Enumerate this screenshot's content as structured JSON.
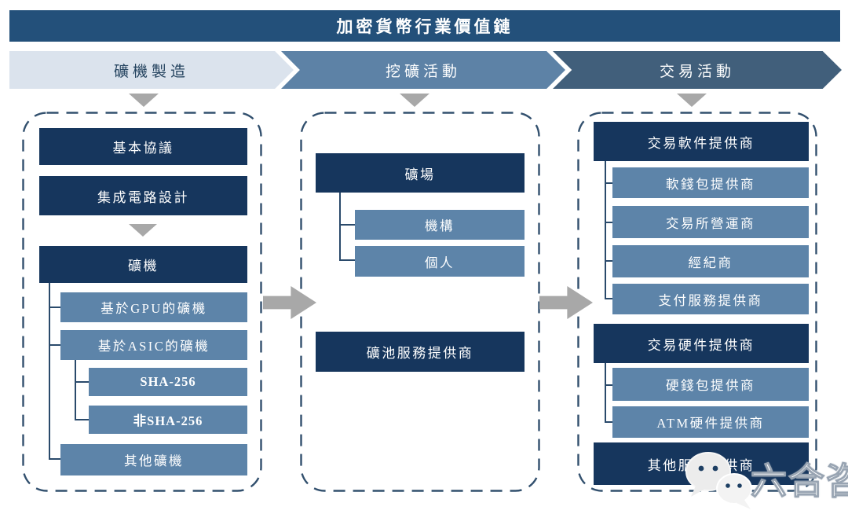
{
  "title": "加密貨幣行業價值鏈",
  "stages": [
    {
      "label": "礦機製造"
    },
    {
      "label": "挖礦活動"
    },
    {
      "label": "交易活動"
    }
  ],
  "manufacturing": {
    "basic_protocol": "基本協議",
    "ic_design": "集成電路設計",
    "mining_machine": "礦機",
    "gpu_based": "基於GPU的礦機",
    "asic_based": "基於ASIC的礦機",
    "sha256": "SHA-256",
    "non_sha256": "非SHA-256",
    "other_machines": "其他礦機"
  },
  "mining": {
    "mining_farm": "礦場",
    "institution": "機構",
    "individual": "個人",
    "pool_service": "礦池服務提供商"
  },
  "trading": {
    "software_provider": "交易軟件提供商",
    "soft_wallet": "軟錢包提供商",
    "exchange_operator": "交易所營運商",
    "broker": "經紀商",
    "payment_service": "支付服務提供商",
    "hardware_provider": "交易硬件提供商",
    "hard_wallet": "硬錢包提供商",
    "atm_hardware": "ATM硬件提供商",
    "other_service": "其他服務提供商"
  },
  "watermark": {
    "brand": "六合咨询",
    "icon": "wechat-icon"
  },
  "colors": {
    "title_bar": "#23507a",
    "box_dark": "#16365d",
    "box_medium": "#5d84a9",
    "stage1_bg": "#dbe3ed",
    "stage1_text": "#24435f",
    "stage2_bg": "#5d82a6",
    "stage3_bg": "#415f7b",
    "arrow_gray": "#a8a8a8",
    "dash_border": "#32506e",
    "connector": "#2a4a6b"
  }
}
